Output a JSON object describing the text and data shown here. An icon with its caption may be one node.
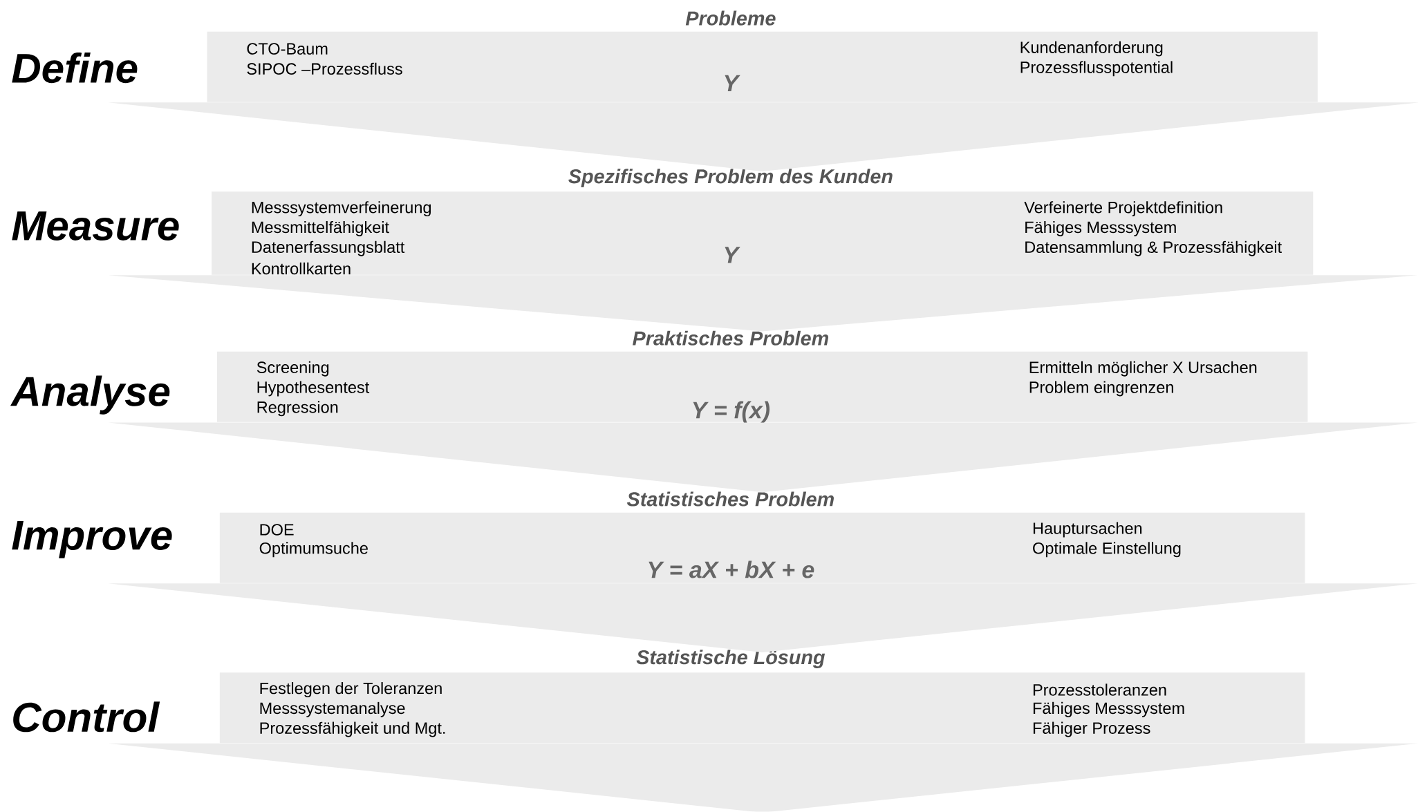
{
  "diagram": {
    "nodes": [
      {
        "text": [
          "Probleme",
          "CTO-Baum",
          "SIPOC –Prozessfluss",
          "Y",
          "Kundenanforderung",
          "Prozessflusspotential"
        ],
        "beside": [
          "Define"
        ]
      },
      {
        "text": [
          "Spezifisches Problem des Kunden",
          "Messsystemverfeinerung",
          "Messmittelfähigkeit",
          "Datenerfassungsblatt",
          "Kontrollkarten",
          "Y",
          "Verfeinerte Projektdefinition",
          "Fähiges Messsystem",
          "Datensammlung & Prozessfähigkeit"
        ],
        "beside": [
          "Measure"
        ]
      },
      {
        "text": [
          "Praktisches Problem",
          "Screening",
          "Hypothesentest",
          "Regression",
          "Y = f(x)",
          "Ermitteln möglicher X Ursachen",
          "Problem eingrenzen"
        ],
        "beside": [
          "Analyse"
        ]
      },
      {
        "text": [
          "Statistisches Problem",
          "DOE",
          "Optimumsuche",
          "Y = aX + bX + e",
          "Hauptursachen",
          "Optimale Einstellung"
        ],
        "beside": [
          "Improve"
        ]
      },
      {
        "text": [
          "Statistische Lösung",
          "Festlegen der Toleranzen",
          "Messsystemanalyse",
          "Prozessfähigkeit und Mgt.",
          "Prozesstoleranzen",
          "Fähiges Messsystem",
          "Fähiger Prozess"
        ],
        "beside": [
          "Control"
        ]
      }
    ],
    "edges": [
      {
        "from": 0,
        "to": 1,
        "arrow": "to"
      },
      {
        "from": 1,
        "to": 2,
        "arrow": "to"
      },
      {
        "from": 2,
        "to": 3,
        "arrow": "to"
      },
      {
        "from": 3,
        "to": 4,
        "arrow": "to"
      },
      {
        "from": 4,
        "to": null,
        "arrow": "to"
      }
    ]
  }
}
